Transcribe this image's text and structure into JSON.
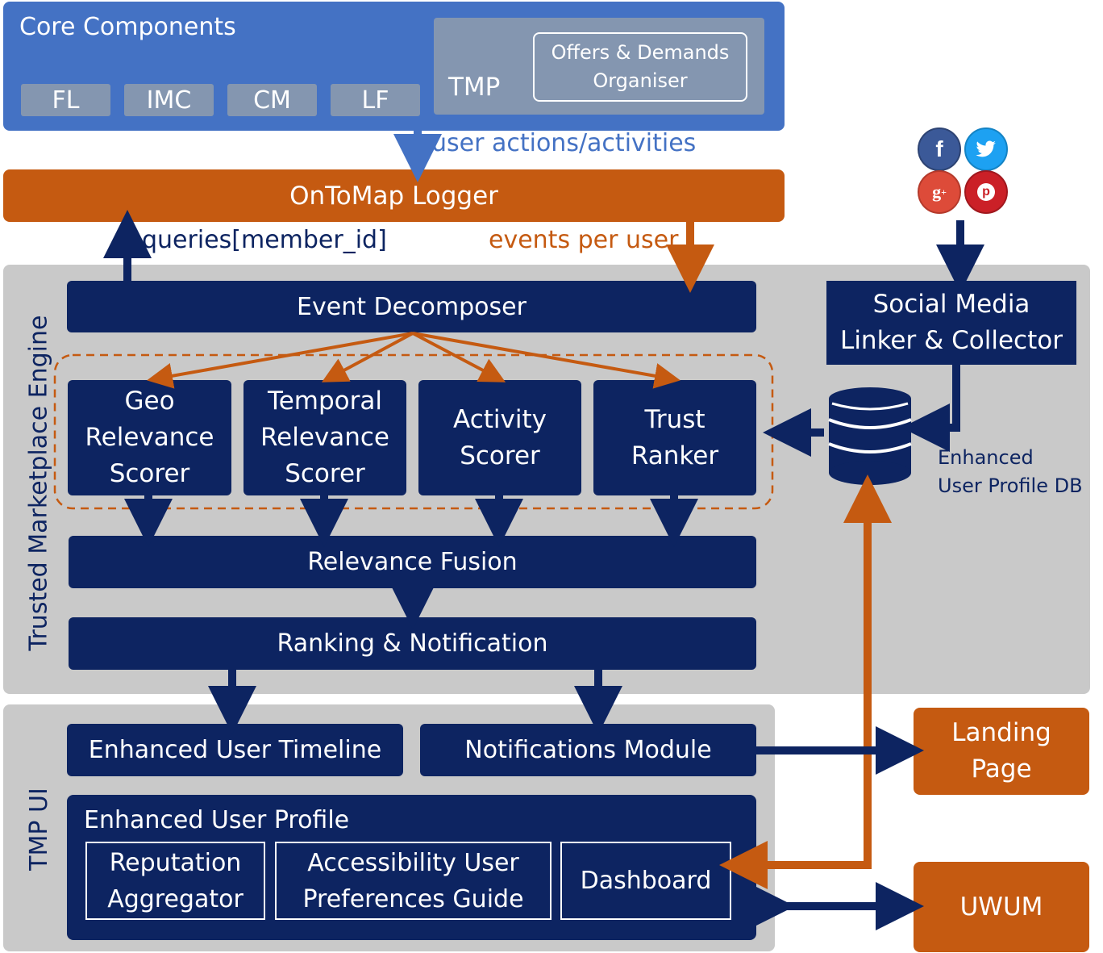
{
  "core": {
    "title": "Core Components",
    "chips": [
      "FL",
      "IMC",
      "CM",
      "LF"
    ],
    "tmp_label": "TMP",
    "offers_organiser": "Offers & Demands Organiser"
  },
  "flows": {
    "user_actions": "user actions/activities",
    "queries": "queries[member_id]",
    "events_per_user": "events per user"
  },
  "logger": {
    "label": "OnToMap Logger"
  },
  "engine": {
    "title": "Trusted Marketplace Engine",
    "event_decomposer": "Event Decomposer",
    "scorers": [
      {
        "label": "Geo Relevance Scorer"
      },
      {
        "label": "Temporal Relevance Scorer"
      },
      {
        "label": "Activity Scorer"
      },
      {
        "label": "Trust Ranker"
      }
    ],
    "relevance_fusion": "Relevance Fusion",
    "ranking_notification": "Ranking & Notification"
  },
  "social": {
    "linker": "Social Media Linker & Collector",
    "icons": [
      "facebook-icon",
      "twitter-icon",
      "google-plus-icon",
      "pinterest-icon"
    ],
    "db_label": "Enhanced User Profile DB"
  },
  "ui": {
    "title": "TMP UI",
    "timeline": "Enhanced User Timeline",
    "notifications_module": "Notifications Module",
    "profile_title": "Enhanced User Profile",
    "reputation": "Reputation Aggregator",
    "accessibility": "Accessibility User Preferences Guide",
    "dashboard": "Dashboard"
  },
  "external": {
    "landing_page": "Landing Page",
    "uwum": "UWUM"
  },
  "colors": {
    "navy": "#0d2461",
    "orange": "#c55a11",
    "core_blue": "#4472c4",
    "chip_gray": "#8496b0",
    "panel_gray": "#c9c9c9"
  }
}
